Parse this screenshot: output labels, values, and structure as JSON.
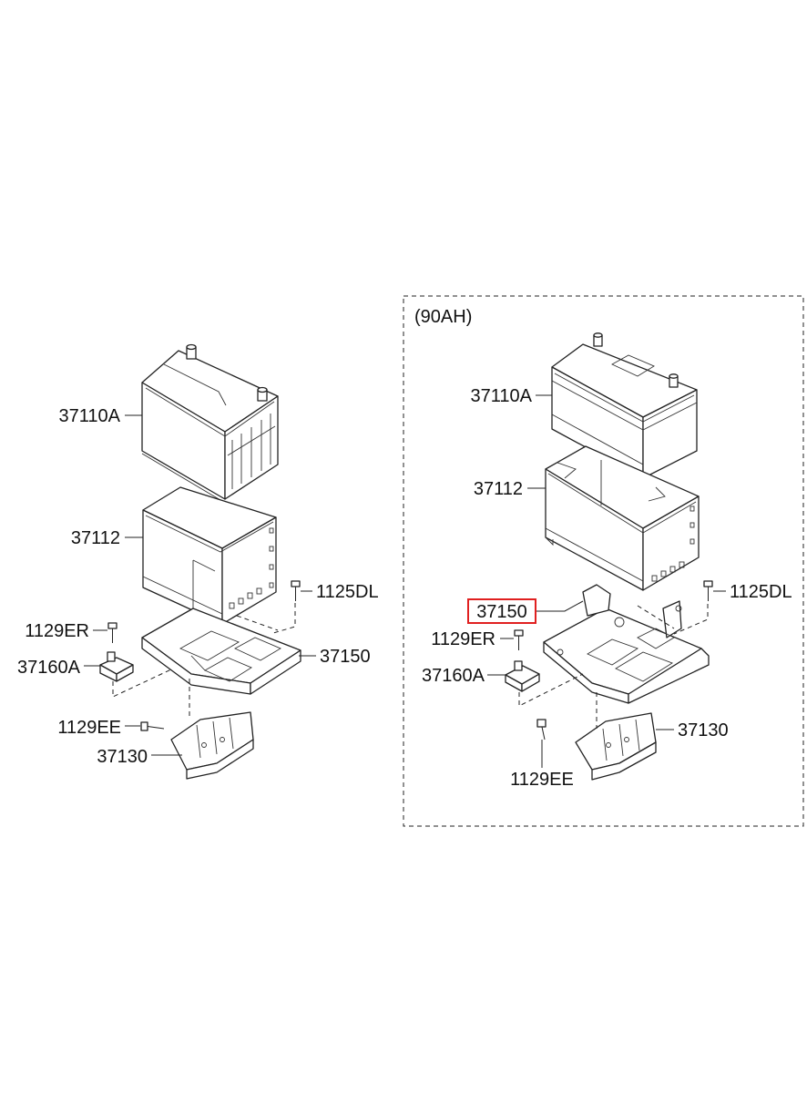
{
  "variant_group_label": "(90AH)",
  "left_assembly": {
    "battery": "37110A",
    "battery_insulation_pad": "37112",
    "bracket_bolt_top": "1125DL",
    "clamp_bolt": "1129ER",
    "battery_tray": "37150",
    "battery_clamp": "37160A",
    "bracket_bolt_bottom": "1129EE",
    "tray_bracket": "37130"
  },
  "right_assembly": {
    "battery": "37110A",
    "battery_insulation_pad": "37112",
    "bracket_bolt_top": "1125DL",
    "battery_tray": "37150",
    "clamp_bolt": "1129ER",
    "battery_clamp": "37160A",
    "tray_bracket": "37130",
    "bracket_bolt_bottom": "1129EE"
  },
  "highlighted_part": "37150",
  "colors": {
    "highlight": "#e02020",
    "line": "#222222"
  }
}
